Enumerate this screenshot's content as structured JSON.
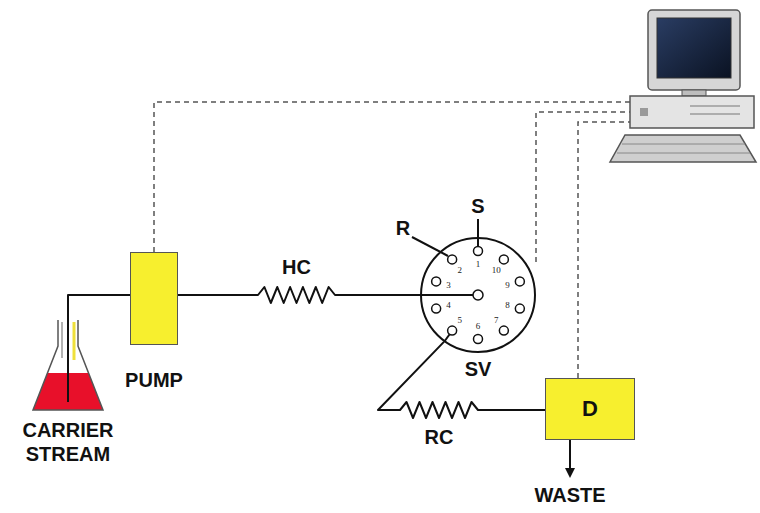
{
  "diagram": {
    "nodes": [
      {
        "text": [
          "CARRIER STREAM"
        ]
      },
      {
        "text": [
          "PUMP"
        ]
      },
      {
        "text": [
          "SV"
        ]
      },
      {
        "text": [
          "D"
        ]
      }
    ],
    "edges": [
      {
        "from": 0,
        "to": 1,
        "arrow": "none"
      },
      {
        "from": 1,
        "to": 2,
        "label": "HC",
        "arrow": "none"
      },
      {
        "from": 2,
        "to": 3,
        "label": "RC",
        "arrow": "none"
      }
    ],
    "labels": [
      "S",
      "R",
      "1",
      "2",
      "3",
      "4",
      "5",
      "6",
      "7",
      "8",
      "9",
      "10",
      "WASTE"
    ]
  }
}
